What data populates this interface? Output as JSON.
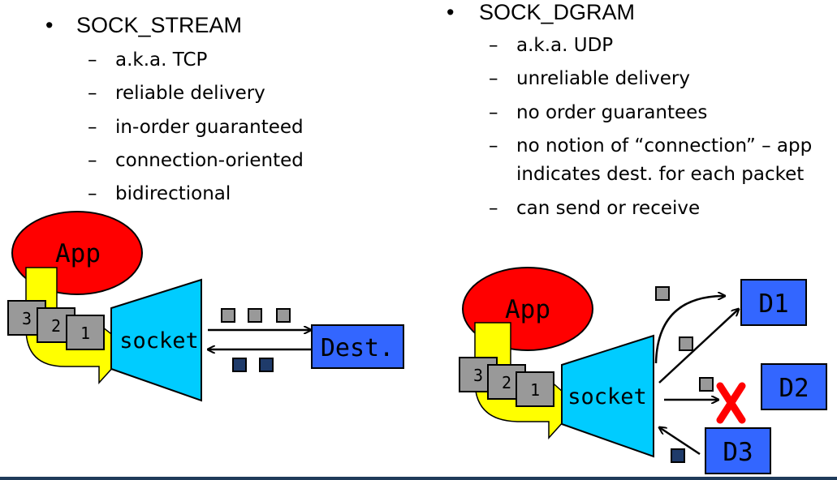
{
  "left": {
    "heading": "SOCK_STREAM",
    "bullet": "•",
    "dash": "–",
    "items": [
      "a.k.a. TCP",
      "reliable delivery",
      "in-order guaranteed",
      "connection-oriented",
      "bidirectional"
    ]
  },
  "right": {
    "heading": "SOCK_DGRAM",
    "bullet": "•",
    "dash": "–",
    "items": [
      "a.k.a. UDP",
      "unreliable delivery",
      "no order guarantees",
      "no notion of “connection” – app",
      "indicates dest. for each packet",
      "can send or receive"
    ]
  },
  "diagram_left": {
    "app": "App",
    "socket": "socket",
    "dest": "Dest.",
    "packets": [
      "3",
      "2",
      "1"
    ]
  },
  "diagram_right": {
    "app": "App",
    "socket": "socket",
    "packets": [
      "3",
      "2",
      "1"
    ],
    "destinations": [
      "D1",
      "D2",
      "D3"
    ]
  },
  "colors": {
    "app": "#ff0000",
    "socket": "#00ccff",
    "dest": "#3366ff",
    "arrow_yellow": "#ffff00",
    "packet_gray": "#999999",
    "packet_navy": "#1f3b6a",
    "fail_x": "#ff0000"
  }
}
